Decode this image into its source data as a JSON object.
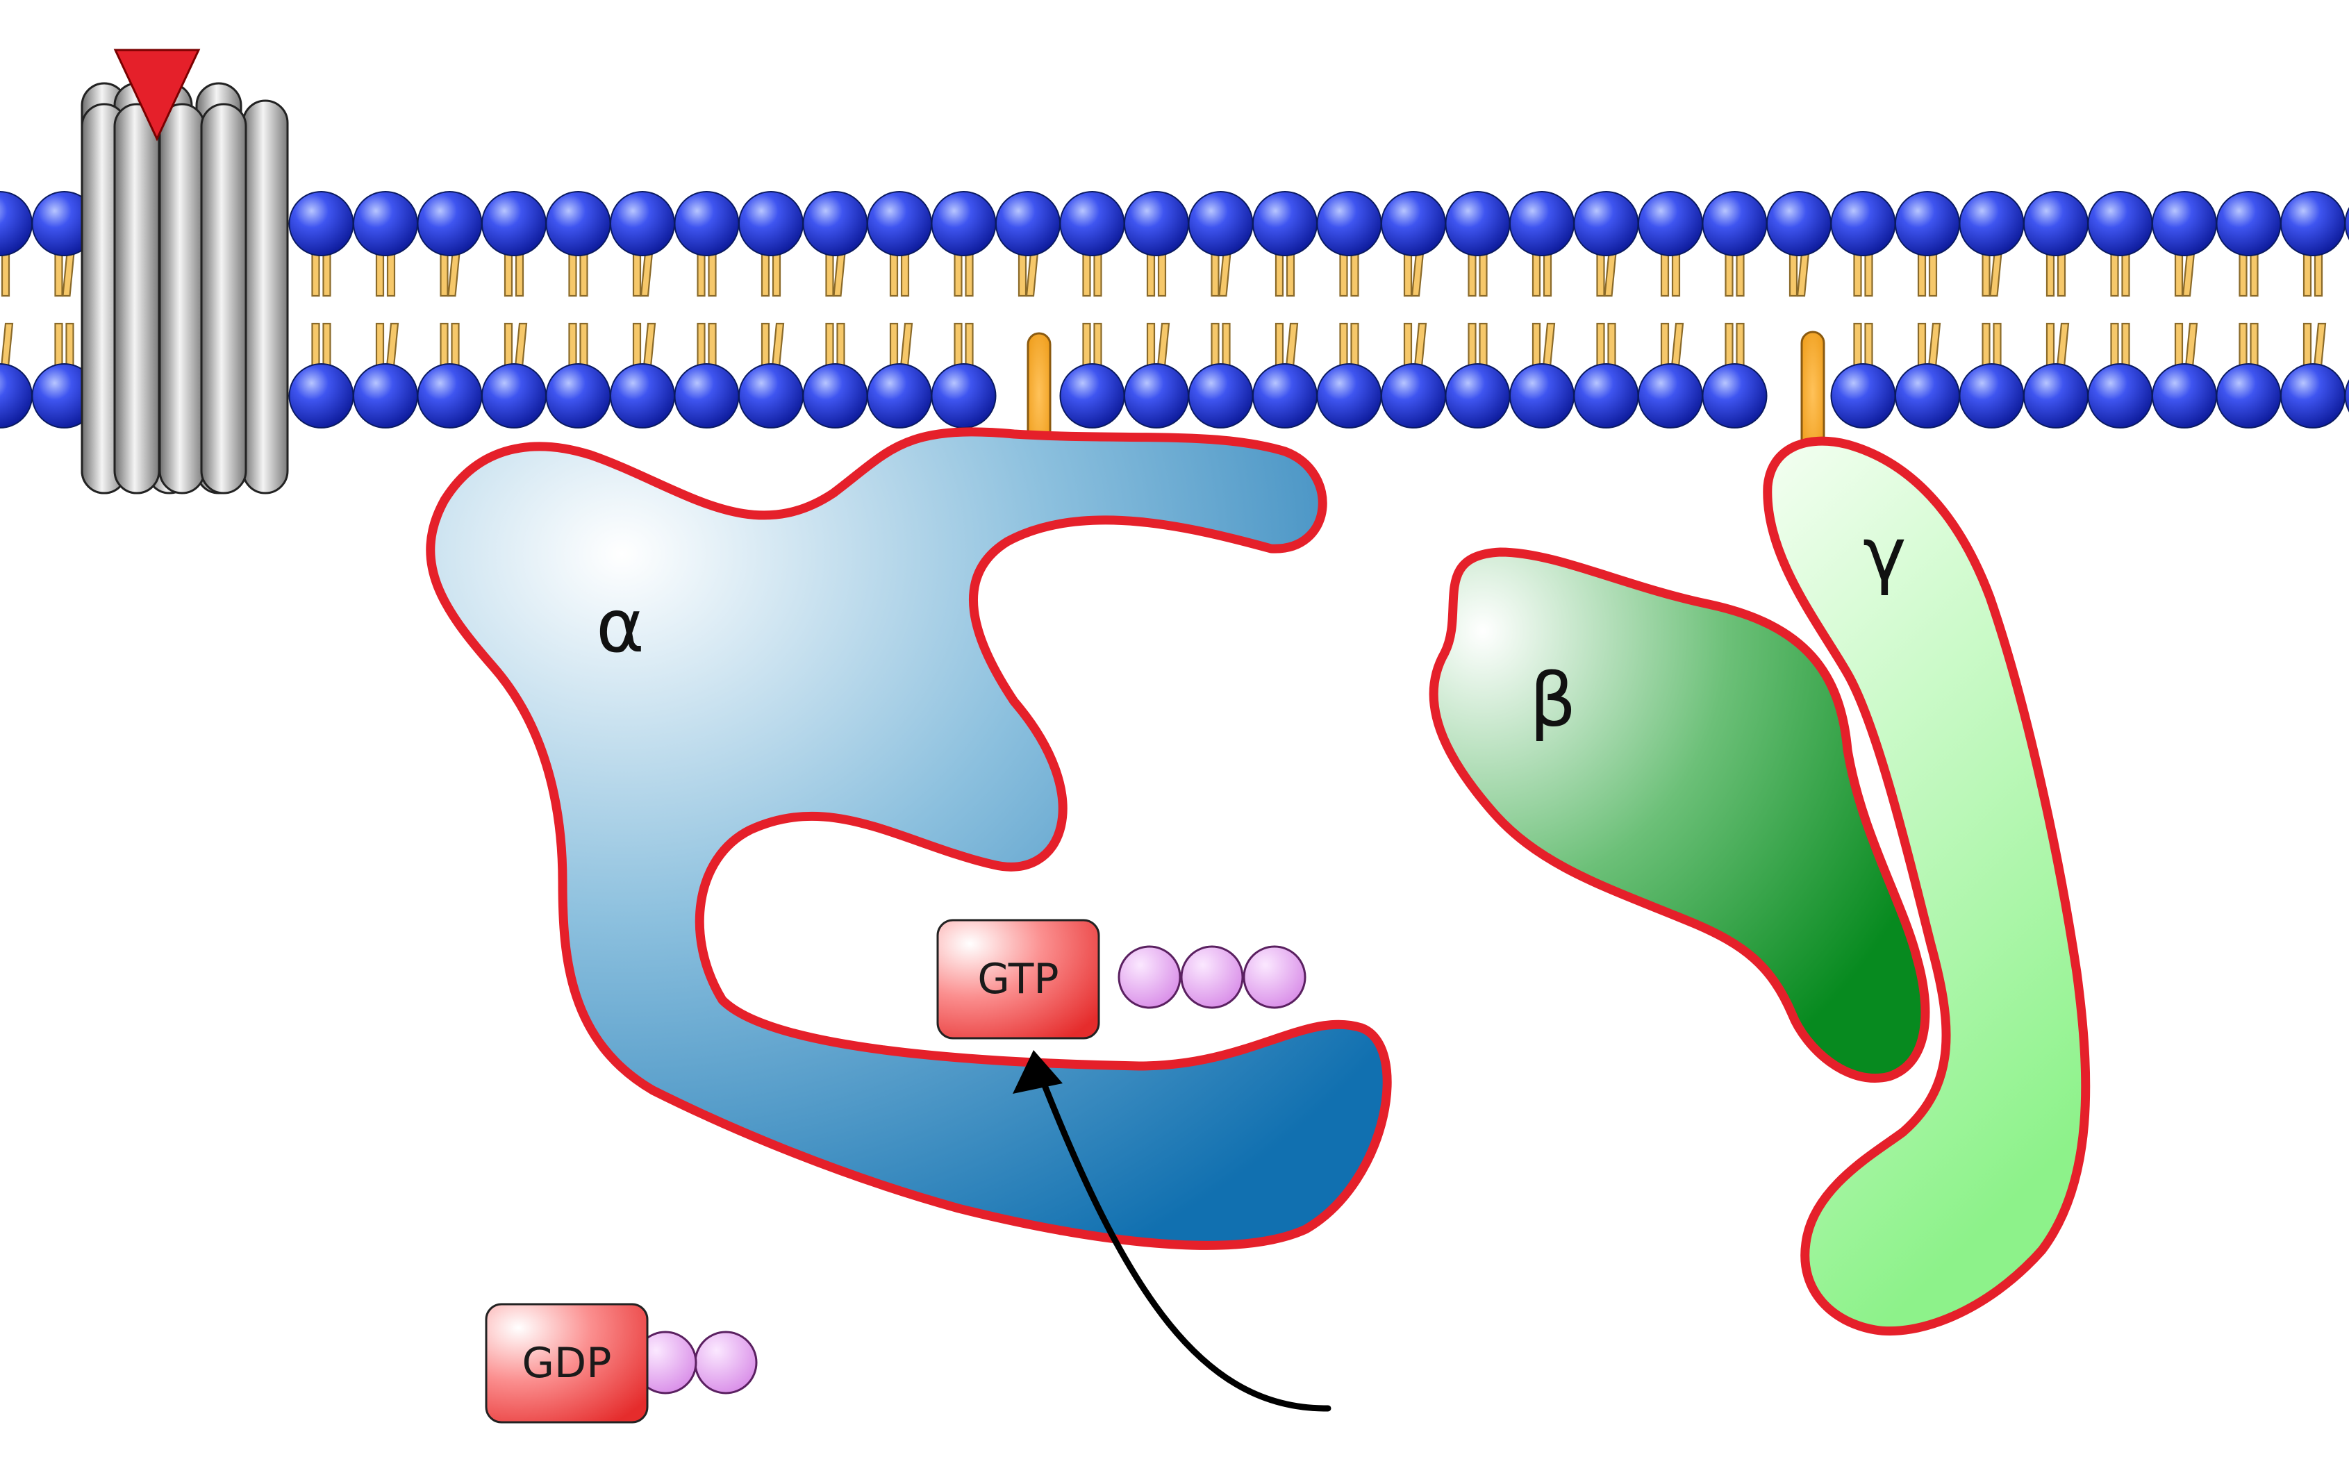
{
  "subunits": {
    "alpha": "α",
    "beta": "β",
    "gamma": "γ"
  },
  "nucleotides": {
    "bound": {
      "label": "GTP",
      "phosphates": 3
    },
    "released": {
      "label": "GDP",
      "phosphates": 2
    }
  },
  "colors": {
    "outline": "#e5202a",
    "alpha": "#1a7ab8",
    "beta": "#0f8c2a",
    "gamma": "#8ef08a",
    "lipid_head": "#1b2fd0",
    "lipid_tail": "#f6c86a",
    "anchor": "#f5a623",
    "receptor": "#9a9a9a",
    "ligand": "#e5202a",
    "nucleotide": "#f05a5a",
    "phosphate": "#e7a8f0"
  }
}
